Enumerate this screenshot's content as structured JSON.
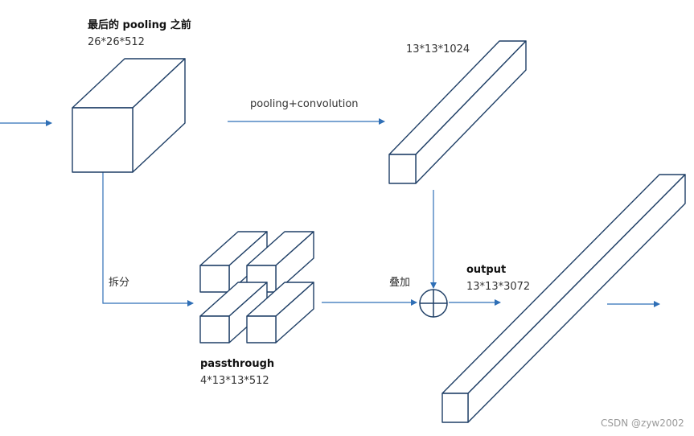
{
  "labels": {
    "before_pooling_title": "最后的 pooling 之前",
    "before_pooling_dims": "26*26*512",
    "top_tensor_dims": "13*13*1024",
    "pooling_conv": "pooling+convolution",
    "split": "拆分",
    "passthrough_title": "passthrough",
    "passthrough_dims": "4*13*13*512",
    "concat": "叠加",
    "output_title": "output",
    "output_dims": "13*13*3072",
    "watermark": "CSDN @zyw2002"
  },
  "colors": {
    "arrow": "#2f6fb6",
    "box_stroke": "#1f3f66",
    "text": "#333333"
  },
  "icons": {
    "concat_symbol": "circled-plus-icon"
  }
}
